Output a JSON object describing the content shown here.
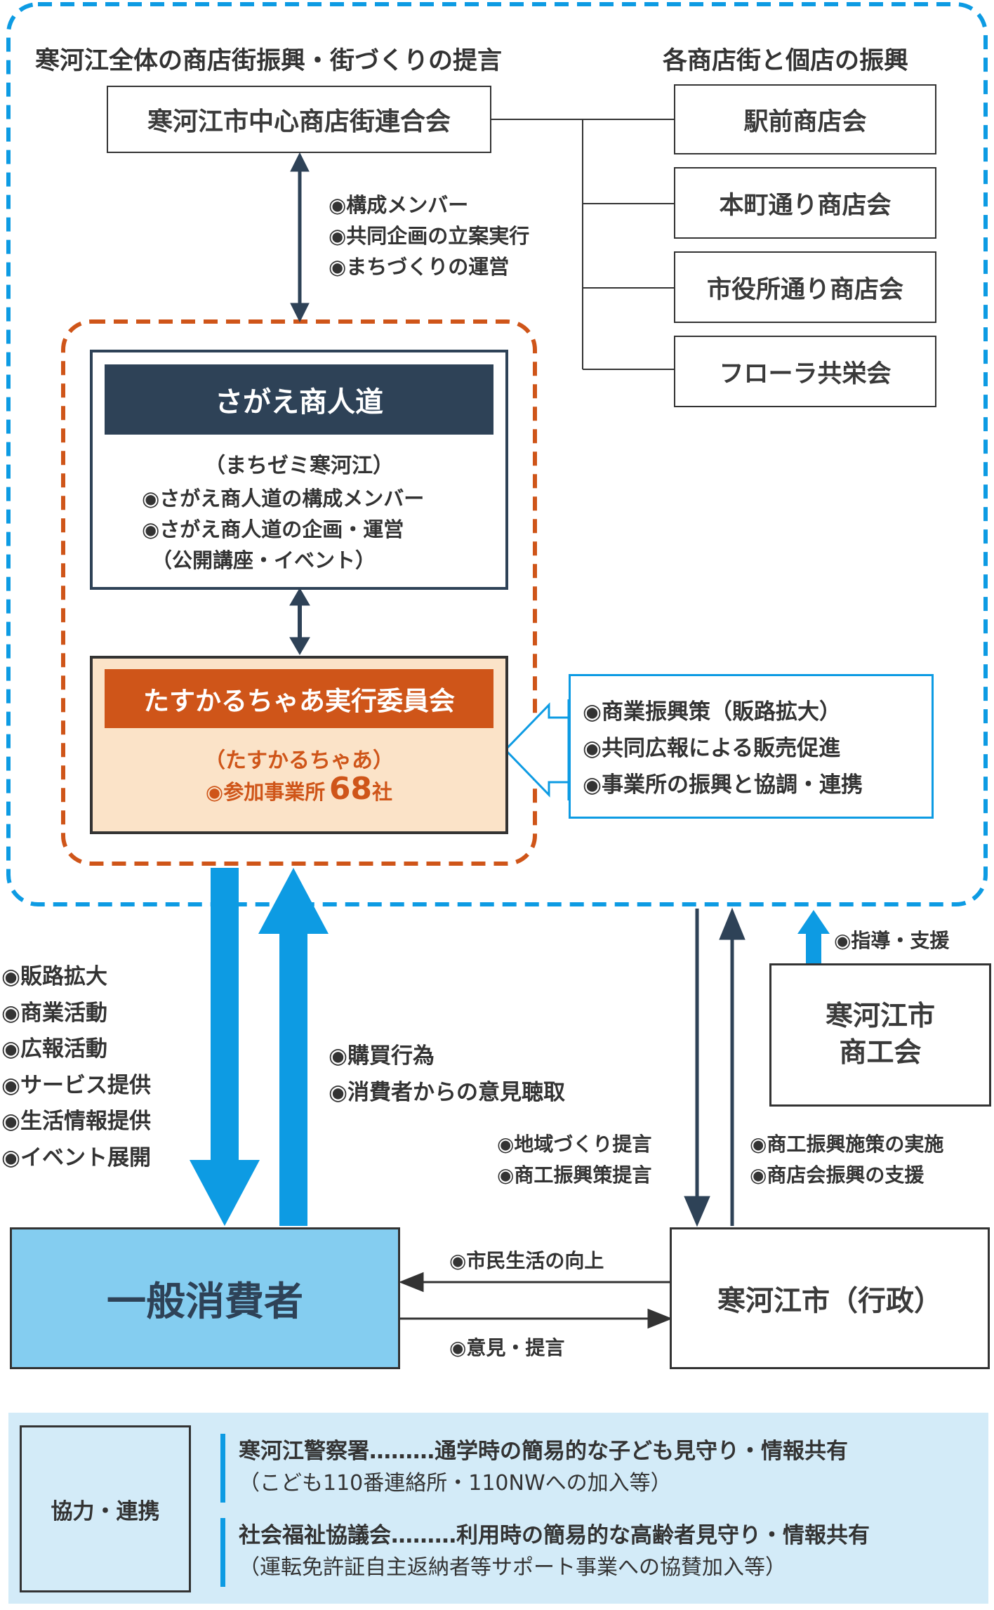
{
  "top": {
    "left_heading": "寒河江全体の商店街振興・街づくりの提言",
    "right_heading": "各商店街と個店の振興",
    "federation": "寒河江市中心商店街連合会",
    "associations": [
      "駅前商店会",
      "本町通り商店会",
      "市役所通り商店会",
      "フローラ共栄会"
    ],
    "federation_roles": [
      "◉構成メンバー",
      "◉共同企画の立案実行",
      "◉まちづくりの運営"
    ]
  },
  "sagae": {
    "title": "さがえ商人道",
    "subtitle": "（まちゼミ寒河江）",
    "lines": [
      "◉さがえ商人道の構成メンバー",
      "◉さがえ商人道の企画・運営",
      "（公開講座・イベント）"
    ]
  },
  "tasukaru": {
    "title": "たすかるちゃあ実行委員会",
    "subtitle": "（たすかるちゃあ）",
    "count_prefix": "◉参加事業所",
    "count": "68",
    "count_suffix": "社"
  },
  "callout": [
    "◉商業振興策（販路拡大）",
    "◉共同広報による販売促進",
    "◉事業所の振興と協調・連携"
  ],
  "consumer_flow": {
    "down": [
      "◉販路拡大",
      "◉商業活動",
      "◉広報活動",
      "◉サービス提供",
      "◉生活情報提供",
      "◉イベント展開"
    ],
    "up": [
      "◉購買行為",
      "◉消費者からの意見聴取"
    ]
  },
  "city_flow": {
    "down": [
      "◉地域づくり提言",
      "◉商工振興策提言"
    ],
    "up": [
      "◉商工振興施策の実施",
      "◉商店会振興の支援"
    ]
  },
  "chamber": {
    "name_line1": "寒河江市",
    "name_line2": "商工会",
    "support": "◉指導・支援"
  },
  "consumer": "一般消費者",
  "city": "寒河江市（行政）",
  "city_to_consumer": "◉市民生活の向上",
  "consumer_to_city": "◉意見・提言",
  "cooperation": {
    "label": "協力・連携",
    "items": [
      {
        "line1": "寒河江警察署………通学時の簡易的な子ども見守り・情報共有",
        "line2": "（こども110番連絡所・110NWへの加入等）"
      },
      {
        "line1": "社会福祉協議会………利用時の簡易的な高齢者見守り・情報共有",
        "line2": "（運転免許証自主返納者等サポート事業への協賛加入等）"
      }
    ]
  },
  "colors": {
    "navy": "#2e4257",
    "orange": "#cf5519",
    "orange_fill": "#fbe3c8",
    "blue": "#0d9be3",
    "consumer_fill": "#84cdf0",
    "coop_fill": "#d3ebf8"
  }
}
